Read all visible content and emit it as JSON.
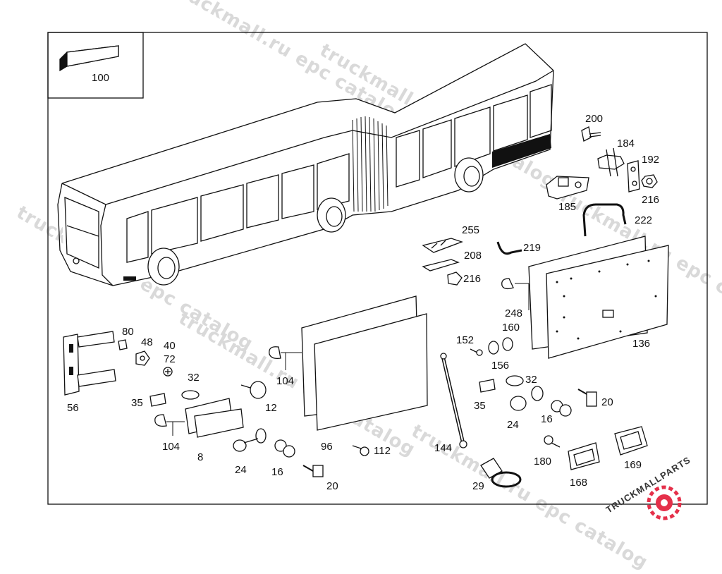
{
  "watermark": "truckmall.ru epc catalog",
  "logo": {
    "text": "TRUCKMALLPARTS",
    "primary": "#333333",
    "accent": "#e5304a"
  },
  "inset_label": "100",
  "labels": {
    "n200": "200",
    "n184": "184",
    "n192": "192",
    "n216a": "216",
    "n185": "185",
    "n222": "222",
    "n255": "255",
    "n208": "208",
    "n219": "219",
    "n216b": "216",
    "n248": "248",
    "n136": "136",
    "n80": "80",
    "n48": "48",
    "n40": "40",
    "n72": "72",
    "n56": "56",
    "n32a": "32",
    "n35a": "35",
    "n12": "12",
    "n104a": "104",
    "n104b": "104",
    "n8": "8",
    "n24a": "24",
    "n16a": "16",
    "n20a": "20",
    "n96": "96",
    "n112": "112",
    "n152": "152",
    "n160": "160",
    "n156": "156",
    "n32b": "32",
    "n35b": "35",
    "n144": "144",
    "n24b": "24",
    "n16b": "16",
    "n20b": "20",
    "n180": "180",
    "n168": "168",
    "n169": "169",
    "n29": "29"
  }
}
